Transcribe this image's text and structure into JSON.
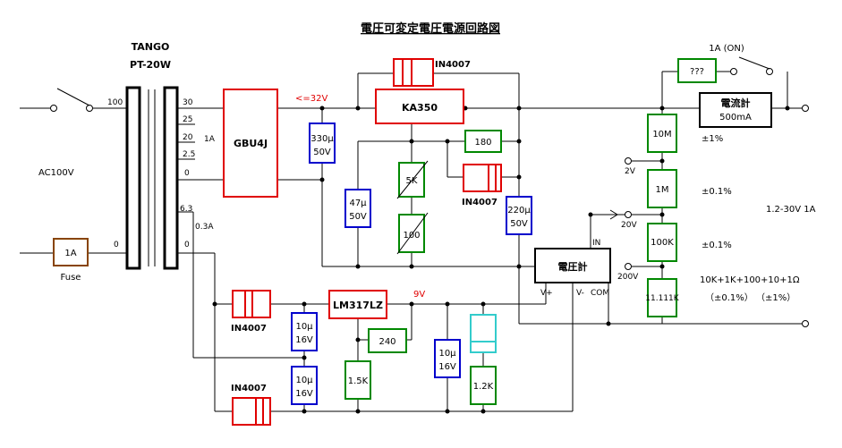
{
  "title": "電圧可変定電圧電源回路図",
  "transformer": {
    "brand": "TANGO",
    "model": "PT-20W",
    "primary_tap": "100",
    "primary_zero": "0",
    "taps": [
      "30",
      "25",
      "20",
      "2.5",
      "0",
      "6.3",
      "0"
    ]
  },
  "labels": {
    "ac": "AC100V",
    "fuse_rating": "1A",
    "fuse": "Fuse",
    "tap_current_1": "1A",
    "tap_current_2": "0.3A",
    "rect_out": "<=32V",
    "reg_out": "9V",
    "range_2": "2V",
    "range_20": "20V",
    "range_200": "200V",
    "output": "1.2-30V 1A",
    "switch_1a": "1A (ON)",
    "tol_1": "±1%",
    "tol_2": "±0.1%",
    "tol_3": "±0.1%",
    "div_sum": "10K+1K+100+10+1Ω",
    "div_tol": "（±0.1%）  （±1%）",
    "in_label": "IN",
    "vplus": "V+",
    "vminus": "V-",
    "com": "COM"
  },
  "components": {
    "gbu4j": "GBU4J",
    "ka350": "KA350",
    "lm317": "LM317LZ",
    "c330_a": "330μ",
    "c330_b": "50V",
    "c47_a": "47μ",
    "c47_b": "50V",
    "c220_a": "220μ",
    "c220_b": "50V",
    "c10a_a": "10μ",
    "c10a_b": "16V",
    "c10b_a": "10μ",
    "c10b_b": "16V",
    "c10c_a": "10μ",
    "c10c_b": "16V",
    "r180": "180",
    "vr5k": "5K",
    "vr100": "100",
    "r240": "240",
    "r15k": "1.5K",
    "r12k": "1.2K",
    "shunt": "???",
    "r10m": "10M",
    "r1m": "1M",
    "r100k": "100K",
    "r11k": "11.111K",
    "d1": "IN4007",
    "d2": "IN4007",
    "d3": "IN4007",
    "d4": "IN4007",
    "ammeter": "電流計",
    "ammeter_range": "500mA",
    "voltmeter": "電圧計"
  },
  "colors": {
    "capacitor": "#0000cc",
    "resistor": "#008800",
    "ic": "#e00000",
    "fuse": "#884400",
    "led": "#33cccc",
    "red_text": "#e00000"
  }
}
